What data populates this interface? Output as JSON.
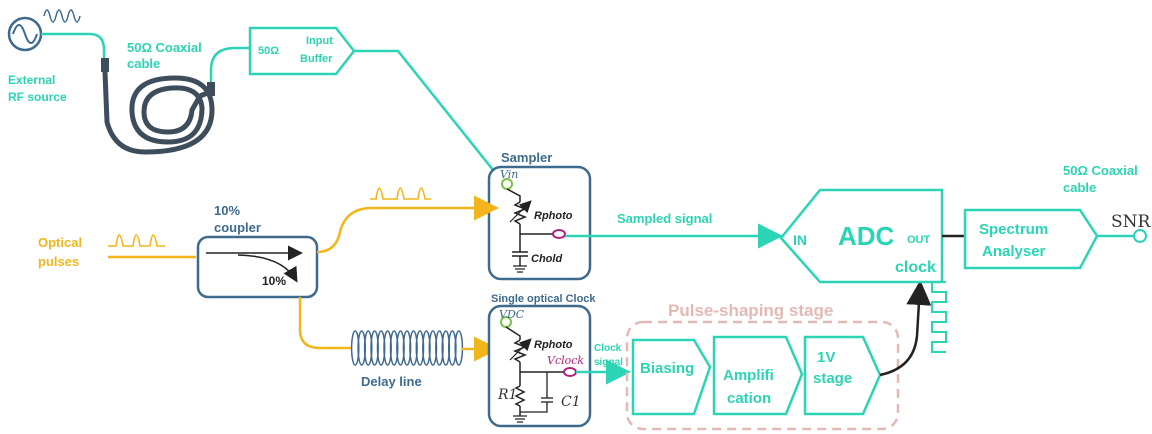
{
  "colors": {
    "teal": "#2bd4b4",
    "blue": "#3e6a8e",
    "orange": "#f2b51c",
    "pink": "#e3b9b6",
    "magenta": "#b0207a",
    "green": "#7cc241",
    "dark": "#222222"
  },
  "labels": {
    "rf_source_line1": "External",
    "rf_source_line2": "RF source",
    "coax1_line1": "50Ω Coaxial",
    "coax1_line2": "cable",
    "buffer_ohm": "50Ω",
    "buffer_line1": "Input",
    "buffer_line2": "Buffer",
    "sampler_title": "Sampler",
    "v_in": "Vin",
    "r_photo_1": "Rphoto",
    "c_hold": "Chold",
    "optical_line1": "Optical",
    "optical_line2": "pulses",
    "coupler_line1": "10%",
    "coupler_line2": "coupler",
    "coupler_ratio": "10%",
    "sampled_signal": "Sampled signal",
    "adc_in": "IN",
    "adc_title": "ADC",
    "adc_out": "OUT",
    "adc_clock": "clock",
    "spectrum_line1": "Spectrum",
    "spectrum_line2": "Analyser",
    "snr": "SNR",
    "coax2_line1": "50Ω Coaxial",
    "coax2_line2": "cable",
    "single_clock": "Single optical Clock",
    "v_dc": "VDC",
    "r_photo_2": "Rphoto",
    "v_clock": "Vclock",
    "r1": "R1",
    "c1": "C1",
    "delay_line": "Delay line",
    "clock_signal_line1": "Clock",
    "clock_signal_line2": "signal",
    "pulse_stage": "Pulse-shaping stage",
    "biasing": "Biasing",
    "amplif_line1": "Amplifi",
    "amplif_line2": "cation",
    "one_v_line1": "1V",
    "one_v_line2": "stage"
  }
}
